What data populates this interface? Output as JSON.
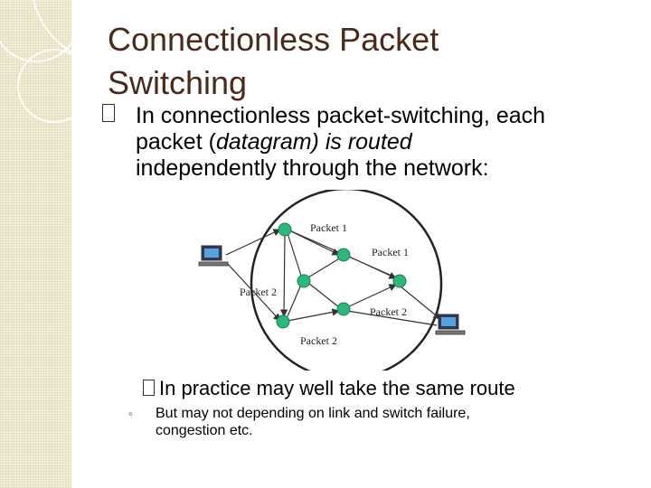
{
  "slide": {
    "title_lines": [
      "Connectionless Packet",
      "Switching"
    ],
    "bullet_1": {
      "marker": "",
      "line_1": "In connectionless packet-switching, each",
      "line_2_prefix": "packet (",
      "line_2_italic": "datagram) is routed",
      "line_3": "independently through the network:"
    },
    "bullet_2": {
      "marker": "",
      "text": "In practice may well take the same route"
    },
    "sub_bullet": {
      "marker": "◦",
      "line_1": "But may not depending on link and switch failure,",
      "line_2": "congestion etc."
    }
  },
  "diagram": {
    "labels": {
      "packet_1_top": "Packet 1",
      "packet_1_right": "Packet 1",
      "packet_2_left": "Packet 2",
      "packet_2_right": "Packet 2",
      "packet_2_bottom": "Packet 2"
    },
    "colors": {
      "node": "#2db87a",
      "cloud_stroke": "#222222",
      "link": "#333333"
    }
  },
  "theme": {
    "title_color": "#4a2a1a",
    "side_panel_color": "#f2efd9"
  }
}
